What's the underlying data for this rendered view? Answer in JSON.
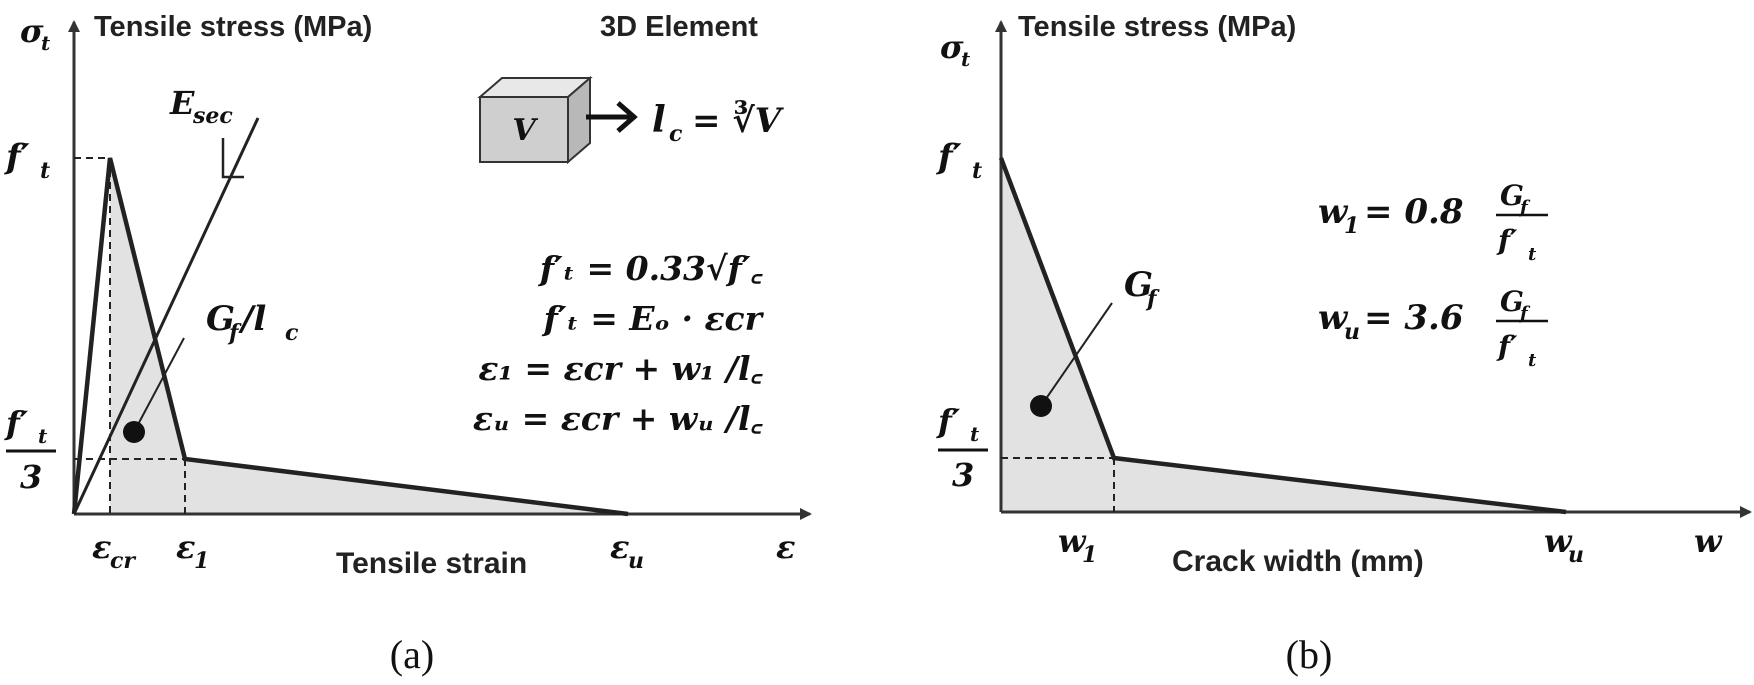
{
  "panel_a": {
    "y_symbol": "σ",
    "y_symbol_sub": "t",
    "y_title": "Tensile stress (MPa)",
    "element_title": "3D Element",
    "volume_label": "V",
    "lc_formula": "l",
    "lc_sub": "c",
    "lc_rhs": "= ∛V",
    "secant_label": "E",
    "secant_sub": "sec",
    "ft_label": "f′",
    "ft_sub": "t",
    "ft3_num": "f′",
    "ft3_num_sub": "t",
    "ft3_den": "3",
    "energy_label": "G",
    "energy_sub": "f",
    "energy_tail": "/l",
    "energy_tail_sub": "c",
    "eq1": "f′ₜ = 0.33√f′꜀",
    "eq2": "f′ₜ = Eₒ · εcr",
    "eq3": "ε₁ = εcr + w₁ /l꜀",
    "eq4": "εᵤ = εcr + wᵤ /l꜀",
    "x_ticks": [
      {
        "base": "ε",
        "sub": "cr"
      },
      {
        "base": "ε",
        "sub": "1"
      },
      {
        "base": "ε",
        "sub": "u"
      }
    ],
    "x_title": "Tensile strain",
    "x_symbol": "ε",
    "caption": "(a)"
  },
  "panel_b": {
    "y_symbol": "σ",
    "y_symbol_sub": "t",
    "y_title": "Tensile stress (MPa)",
    "ft_label": "f′",
    "ft_sub": "t",
    "ft3_num": "f′",
    "ft3_num_sub": "t",
    "ft3_den": "3",
    "energy_label": "G",
    "energy_sub": "f",
    "w1_lhs": "w",
    "w1_lhs_sub": "1",
    "w1_rhs": "= 0.8",
    "wu_lhs": "w",
    "wu_lhs_sub": "u",
    "wu_rhs": "= 3.6",
    "frac_num": "G",
    "frac_num_sub": "f",
    "frac_den": "f′",
    "frac_den_sub": "t",
    "x_ticks": [
      {
        "base": "w",
        "sub": "1"
      },
      {
        "base": "w",
        "sub": "u"
      }
    ],
    "x_title": "Crack width (mm)",
    "x_symbol": "w",
    "caption": "(b)"
  }
}
